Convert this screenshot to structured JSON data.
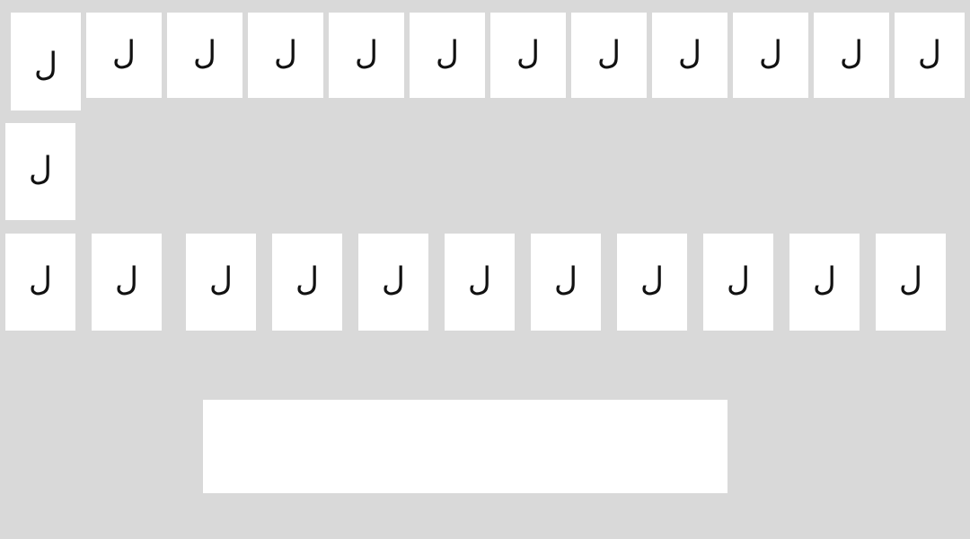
{
  "keyboard": {
    "background_color": "#d9d9d9",
    "key_color": "#ffffff",
    "glyph_color": "#111111",
    "rows": [
      {
        "id": "row-1",
        "keys": [
          {
            "label": "ل",
            "pressed": true
          },
          {
            "label": "ل"
          },
          {
            "label": "ل"
          },
          {
            "label": "ل"
          },
          {
            "label": "ل"
          },
          {
            "label": "ل"
          },
          {
            "label": "ل"
          },
          {
            "label": "ل"
          },
          {
            "label": "ل"
          },
          {
            "label": "ل"
          },
          {
            "label": "ل"
          },
          {
            "label": "ل"
          }
        ]
      },
      {
        "id": "row-2",
        "keys": [
          {
            "label": "ل"
          }
        ]
      },
      {
        "id": "row-3",
        "keys": [
          {
            "label": "ل"
          },
          {
            "label": "ل"
          },
          {
            "label": "ل"
          },
          {
            "label": "ل"
          },
          {
            "label": "ل"
          },
          {
            "label": "ل"
          },
          {
            "label": "ل"
          },
          {
            "label": "ل"
          },
          {
            "label": "ل"
          },
          {
            "label": "ل"
          },
          {
            "label": "ل"
          }
        ]
      }
    ],
    "space_label": ""
  }
}
